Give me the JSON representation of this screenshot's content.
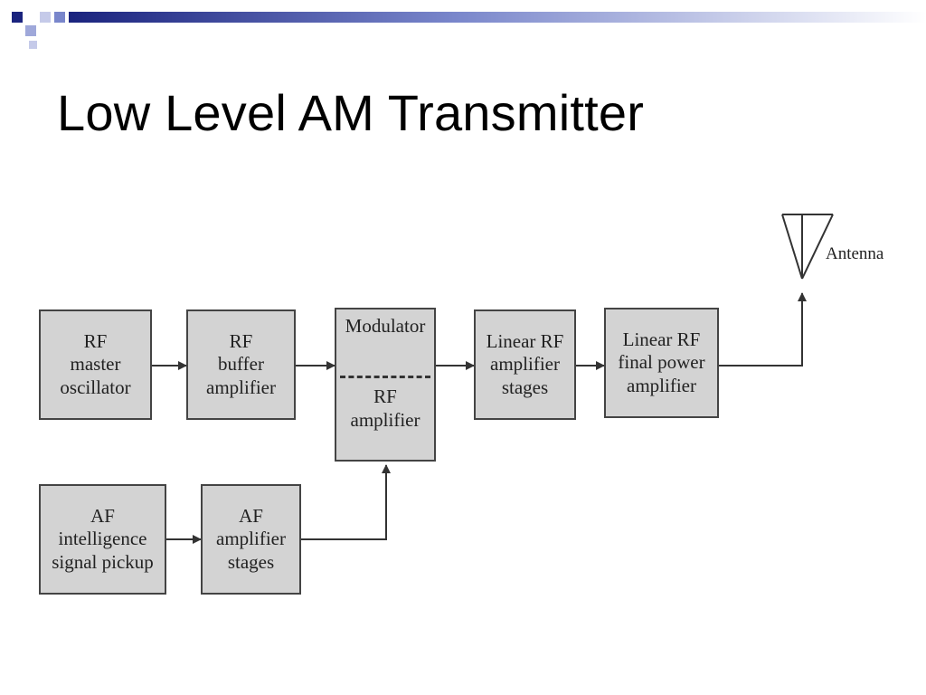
{
  "slide": {
    "title": "Low Level AM Transmitter",
    "accent_colors": [
      "#1a237e",
      "#7986cb",
      "#c5cae9"
    ]
  },
  "diagram": {
    "blocks": {
      "rf_master_oscillator": [
        "RF",
        "master",
        "oscillator"
      ],
      "rf_buffer_amplifier": [
        "RF",
        "buffer",
        "amplifier"
      ],
      "modulator": {
        "top": "Modulator",
        "bottom": [
          "RF",
          "amplifier"
        ]
      },
      "linear_rf_amplifier_stages": [
        "Linear RF",
        "amplifier",
        "stages"
      ],
      "linear_rf_final_power_amplifier": [
        "Linear RF",
        "final power",
        "amplifier"
      ],
      "af_intelligence_signal_pickup": [
        "AF",
        "intelligence",
        "signal pickup"
      ],
      "af_amplifier_stages": [
        "AF",
        "amplifier",
        "stages"
      ]
    },
    "antenna_label": "Antenna"
  }
}
